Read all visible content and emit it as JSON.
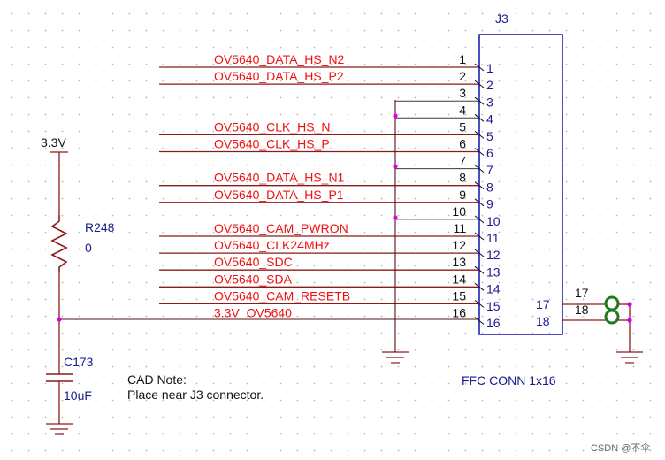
{
  "connector": {
    "refdes": "J3",
    "value": "FFC CONN 1x16",
    "inner_pins": [
      "1",
      "2",
      "3",
      "4",
      "5",
      "6",
      "7",
      "8",
      "9",
      "10",
      "11",
      "12",
      "13",
      "14",
      "15",
      "16"
    ],
    "shield_pins": [
      "17",
      "18"
    ]
  },
  "nets": [
    {
      "pin": "1",
      "name": "OV5640_DATA_HS_N2"
    },
    {
      "pin": "2",
      "name": "OV5640_DATA_HS_P2"
    },
    {
      "pin": "3",
      "name": ""
    },
    {
      "pin": "4",
      "name": ""
    },
    {
      "pin": "5",
      "name": "OV5640_CLK_HS_N"
    },
    {
      "pin": "6",
      "name": "OV5640_CLK_HS_P"
    },
    {
      "pin": "7",
      "name": ""
    },
    {
      "pin": "8",
      "name": "OV5640_DATA_HS_N1"
    },
    {
      "pin": "9",
      "name": "OV5640_DATA_HS_P1"
    },
    {
      "pin": "10",
      "name": ""
    },
    {
      "pin": "11",
      "name": "OV5640_CAM_PWRON"
    },
    {
      "pin": "12",
      "name": "OV5640_CLK24MHz"
    },
    {
      "pin": "13",
      "name": "OV5640_SDC"
    },
    {
      "pin": "14",
      "name": "OV5640_SDA"
    },
    {
      "pin": "15",
      "name": "OV5640_CAM_RESETB"
    },
    {
      "pin": "16",
      "name": "3.3V_OV5640"
    }
  ],
  "power": {
    "label": "3.3V"
  },
  "resistor": {
    "refdes": "R248",
    "value": "0"
  },
  "capacitor": {
    "refdes": "C173",
    "value": "10uF"
  },
  "note": {
    "title": "CAD Note:",
    "text": "Place near J3 connector."
  },
  "watermark": "CSDN @不伞"
}
